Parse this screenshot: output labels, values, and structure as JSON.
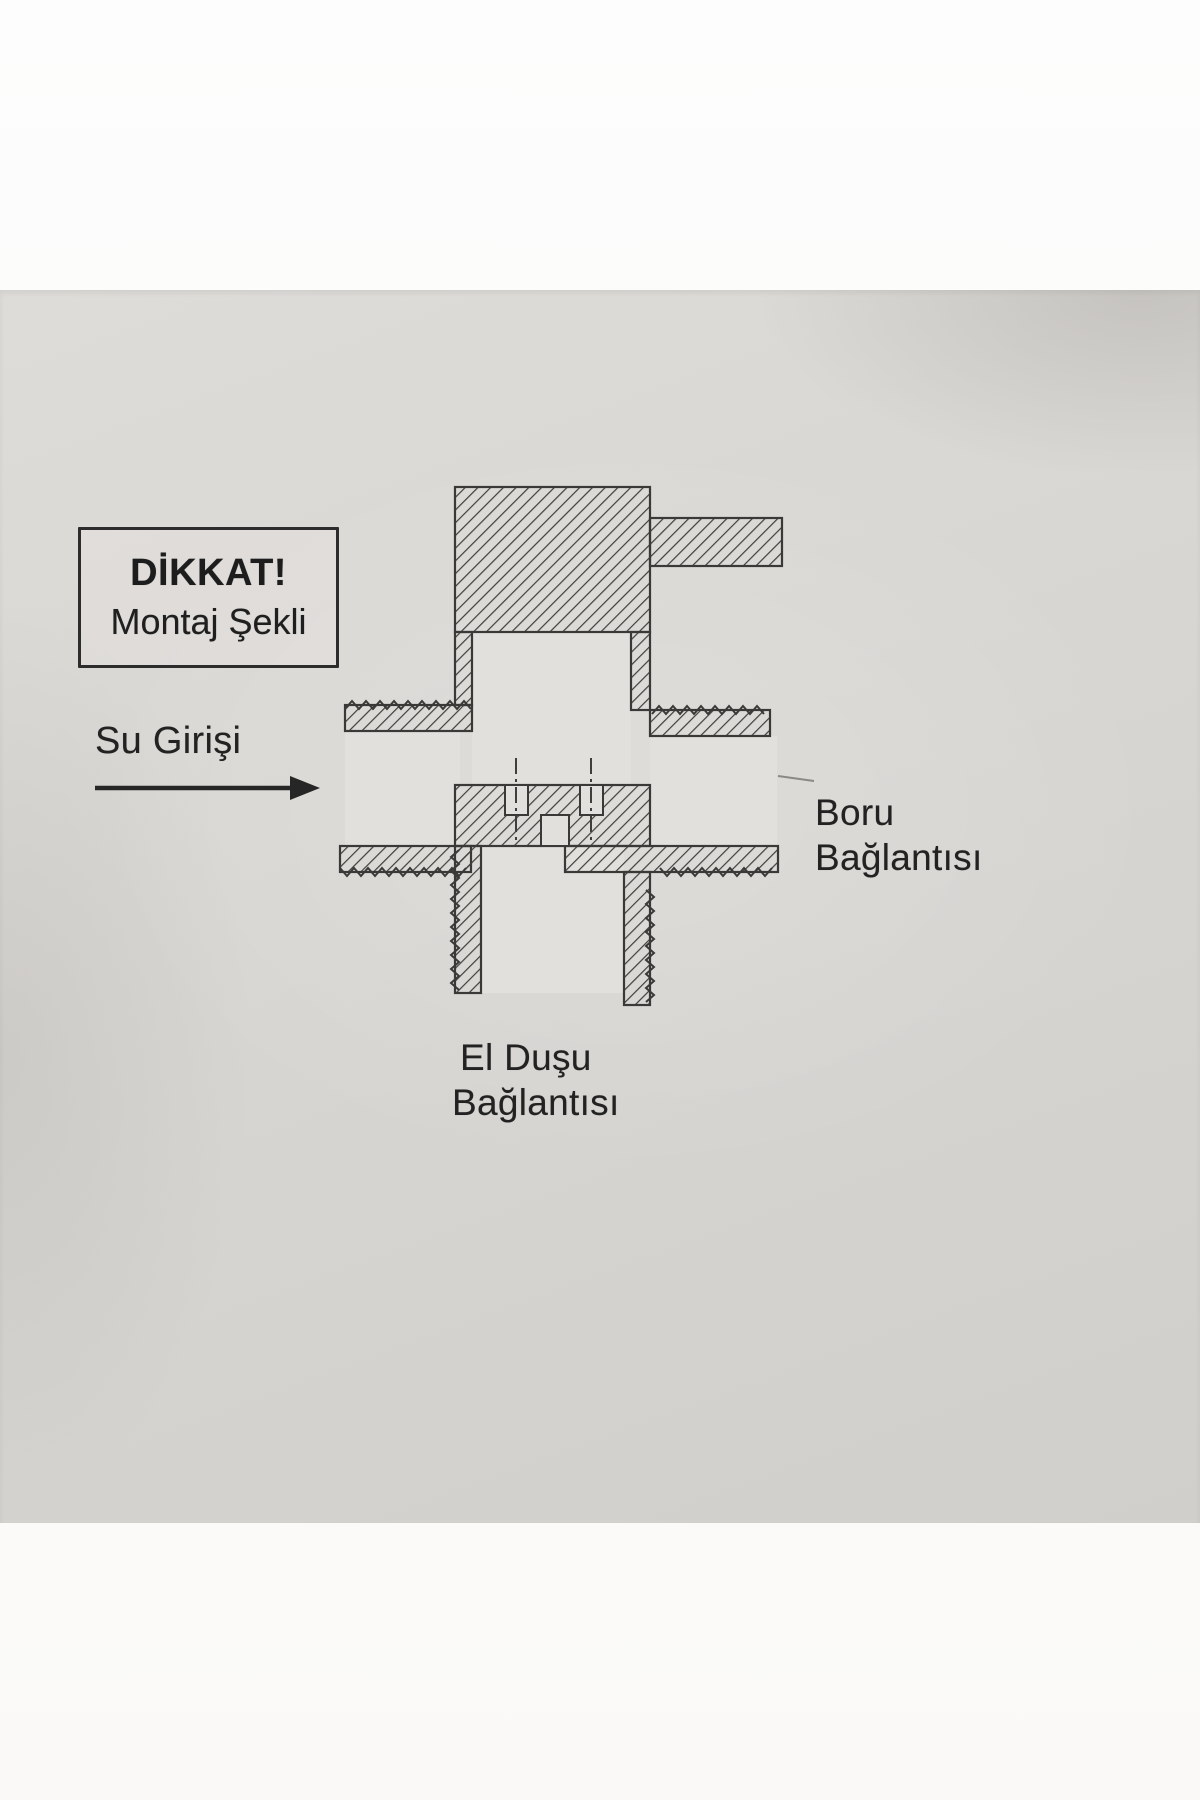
{
  "photo": {
    "paper_color": "#d8d6d2",
    "margin_color": "#fdfdfd",
    "ink_color": "#2e2e2e"
  },
  "warning_box": {
    "line1": "DİKKAT!",
    "line2": "Montaj Şekli"
  },
  "labels": {
    "water_inlet": "Su Girişi",
    "pipe_connection": [
      "Boru",
      "Bağlantısı"
    ],
    "hand_shower": [
      "El Duşu",
      "Bağlantısı"
    ]
  }
}
